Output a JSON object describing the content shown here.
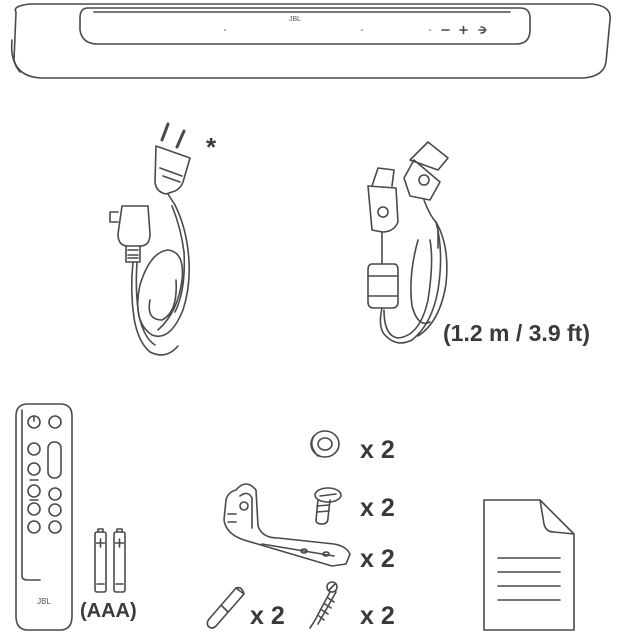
{
  "soundbar": {
    "logo": "JBL"
  },
  "power_cord": {
    "asterisk": "*"
  },
  "hdmi_cable": {
    "length": "(1.2 m / 3.9 ft)"
  },
  "remote": {
    "logo": "JBL"
  },
  "batteries": {
    "type": "(AAA)",
    "quantity": "x 2"
  },
  "pads": {
    "quantity": "x 2"
  },
  "bolts": {
    "quantity": "x 2"
  },
  "brackets": {
    "quantity": "x 2"
  },
  "screws": {
    "quantity": "x 2"
  }
}
